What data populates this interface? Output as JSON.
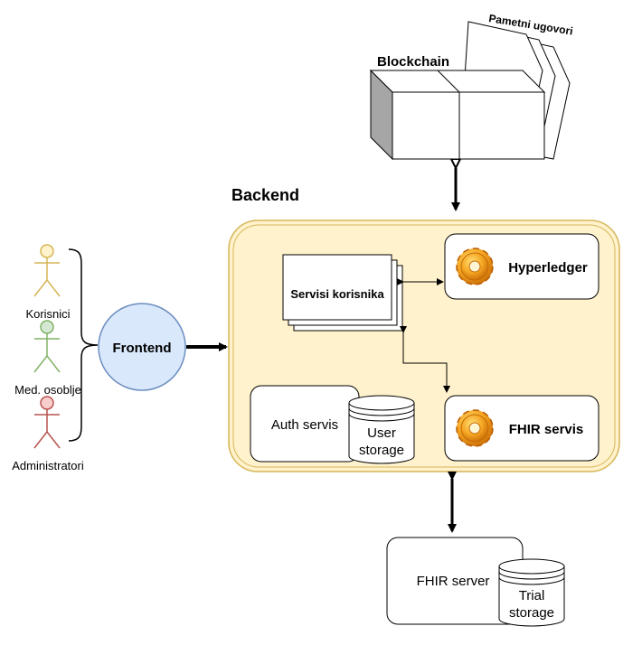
{
  "blockchain": {
    "label": "Blockchain"
  },
  "smart_contracts": {
    "label": "Pametni ugovori"
  },
  "backend": {
    "title": "Backend"
  },
  "actors": [
    {
      "label": "Korisnici",
      "color": "#fff2cc",
      "stroke": "#d6b656"
    },
    {
      "label": "Med. osoblje",
      "color": "#d5e8d4",
      "stroke": "#82b366"
    },
    {
      "label": "Administratori",
      "color": "#f8cecc",
      "stroke": "#b85450"
    }
  ],
  "frontend": {
    "label": "Frontend",
    "color": "#dae8fc"
  },
  "user_services": {
    "label": "Servisi korisnika"
  },
  "hyperledger": {
    "label": "Hyperledger"
  },
  "auth_service": {
    "label": "Auth servis"
  },
  "user_storage": {
    "line1": "User",
    "line2": "storage"
  },
  "fhir_service": {
    "label": "FHIR servis"
  },
  "fhir_server": {
    "label": "FHIR server"
  },
  "trial_storage": {
    "line1": "Trial",
    "line2": "storage"
  },
  "colors": {
    "backend_fill": "#fff2cc",
    "backend_stroke": "#d6b656",
    "frontend_fill": "#dae8fc",
    "frontend_stroke": "#6c8ebf"
  }
}
